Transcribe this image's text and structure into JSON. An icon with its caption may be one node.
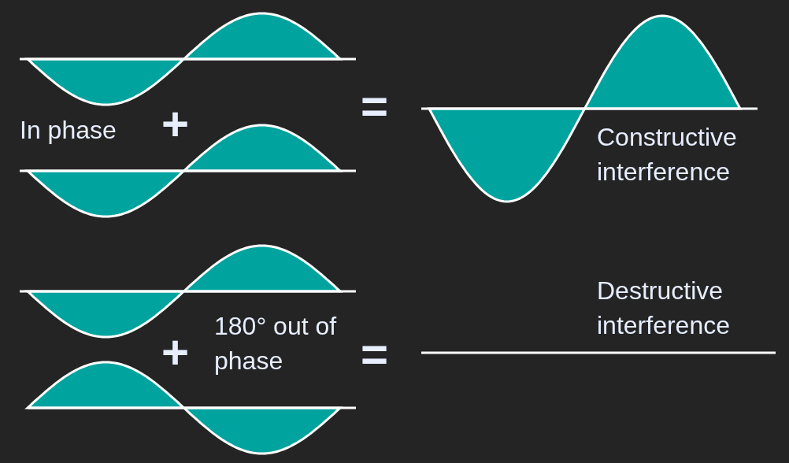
{
  "diagram": {
    "labels": [
      "In phase",
      "+",
      "=",
      "Constructive interference",
      "180° out of phase",
      "+",
      "=",
      "Destructive interference"
    ]
  }
}
